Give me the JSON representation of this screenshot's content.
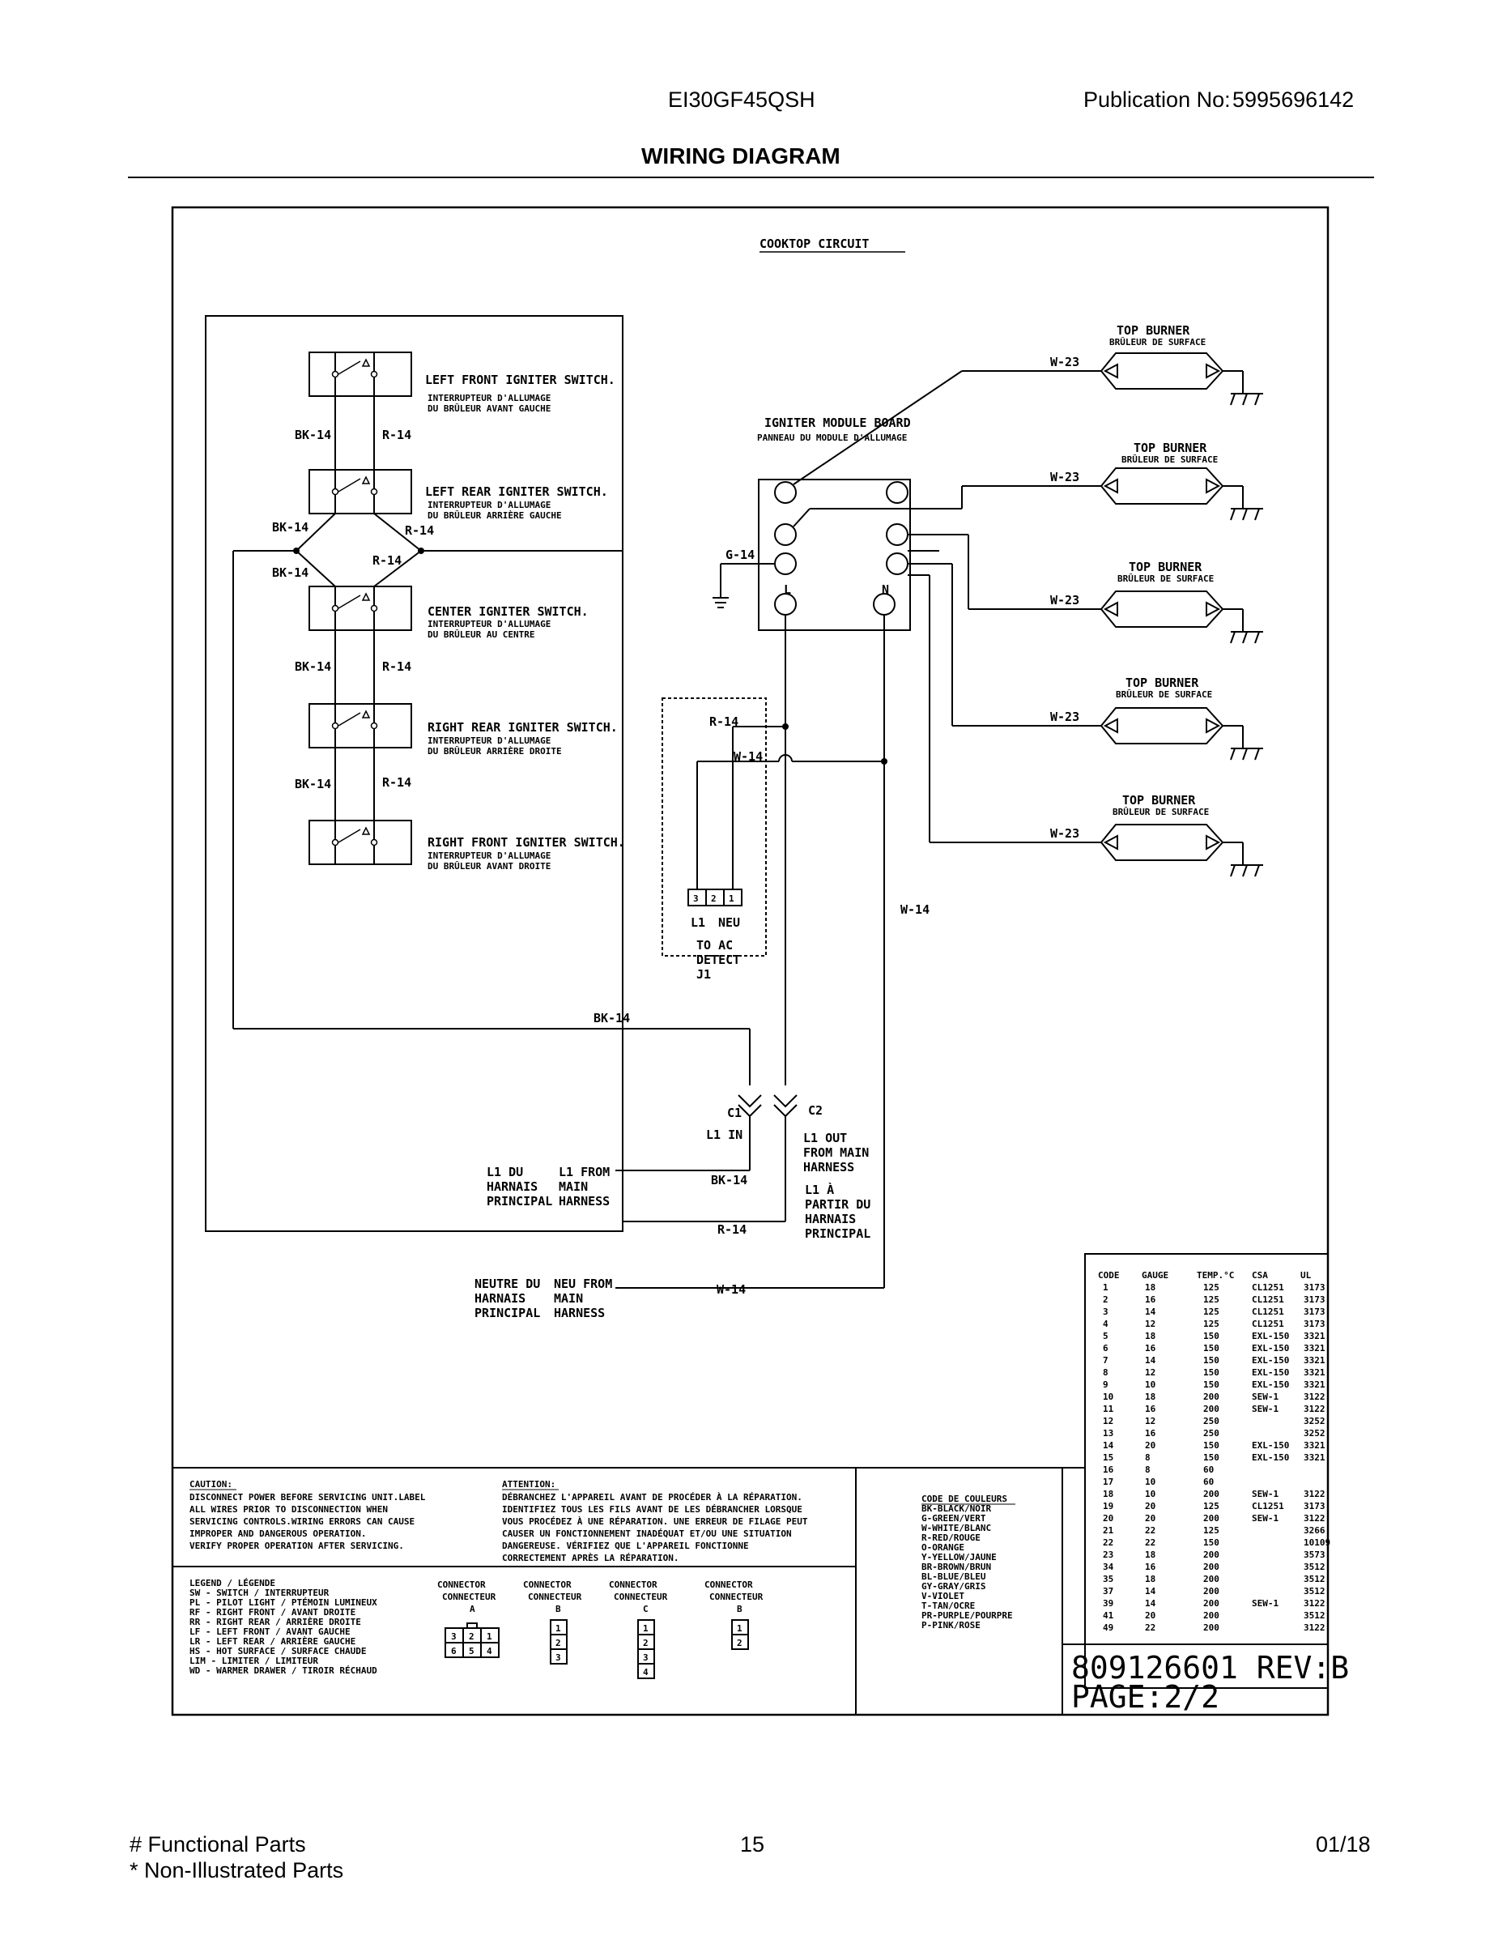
{
  "header": {
    "model": "EI30GF45QSH",
    "publication_label": "Publication No:",
    "publication_number": "5995696142",
    "title": "WIRING DIAGRAM"
  },
  "diagram": {
    "circuit_title": "COOKTOP CIRCUIT",
    "switches": [
      {
        "name": "LEFT FRONT IGNITER SWITCH.",
        "fr1": "INTERRUPTEUR D'ALLUMAGE",
        "fr2": "DU BRÛLEUR AVANT GAUCHE"
      },
      {
        "name": "LEFT REAR IGNITER SWITCH.",
        "fr1": "INTERRUPTEUR D'ALLUMAGE",
        "fr2": "DU BRÛLEUR ARRIÈRE GAUCHE"
      },
      {
        "name": "CENTER IGNITER SWITCH.",
        "fr1": "INTERRUPTEUR D'ALLUMAGE",
        "fr2": "DU BRÛLEUR AU CENTRE"
      },
      {
        "name": "RIGHT REAR IGNITER SWITCH.",
        "fr1": "INTERRUPTEUR D'ALLUMAGE",
        "fr2": "DU BRÛLEUR ARRIÈRE DROITE"
      },
      {
        "name": "RIGHT FRONT IGNITER SWITCH.",
        "fr1": "INTERRUPTEUR D'ALLUMAGE",
        "fr2": "DU BRÛLEUR AVANT DROITE"
      }
    ],
    "wires": {
      "bk14": "BK-14",
      "r14": "R-14",
      "w14": "W-14",
      "w23": "W-23",
      "g14": "G-14"
    },
    "module": {
      "title": "IGNITER MODULE BOARD",
      "title_fr": "PANNEAU DU MODULE D'ALLUMAGE",
      "l": "L",
      "n": "N"
    },
    "burner": {
      "title": "TOP BURNER",
      "title_fr": "BRÛLEUR DE SURFACE"
    },
    "ac_detect": {
      "pins": [
        "3",
        "2",
        "1"
      ],
      "l1": "L1",
      "neu": "NEU",
      "line1": "TO AC",
      "line2": "DETECT",
      "line3": "J1"
    },
    "c1": "C1",
    "c2": "C2",
    "l1_in": "L1 IN",
    "l1_out": [
      "L1 OUT",
      "FROM MAIN",
      "HARNESS"
    ],
    "l1_a": [
      "L1 À",
      "PARTIR DU",
      "HARNAIS",
      "PRINCIPAL"
    ],
    "l1_du": [
      "L1 DU",
      "HARNAIS",
      "PRINCIPAL"
    ],
    "l1_from": [
      "L1 FROM",
      "MAIN",
      "HARNESS"
    ],
    "neutre": [
      "NEUTRE DU",
      "HARNAIS",
      "PRINCIPAL"
    ],
    "neu_from": [
      "NEU FROM",
      "MAIN",
      "HARNESS"
    ]
  },
  "gauge_table": {
    "headers": [
      "CODE",
      "GAUGE",
      "TEMP.°C",
      "CSA",
      "UL"
    ],
    "rows": [
      [
        "1",
        "18",
        "125",
        "CL1251",
        "3173"
      ],
      [
        "2",
        "16",
        "125",
        "CL1251",
        "3173"
      ],
      [
        "3",
        "14",
        "125",
        "CL1251",
        "3173"
      ],
      [
        "4",
        "12",
        "125",
        "CL1251",
        "3173"
      ],
      [
        "5",
        "18",
        "150",
        "EXL-150",
        "3321"
      ],
      [
        "6",
        "16",
        "150",
        "EXL-150",
        "3321"
      ],
      [
        "7",
        "14",
        "150",
        "EXL-150",
        "3321"
      ],
      [
        "8",
        "12",
        "150",
        "EXL-150",
        "3321"
      ],
      [
        "9",
        "10",
        "150",
        "EXL-150",
        "3321"
      ],
      [
        "10",
        "18",
        "200",
        "SEW-1",
        "3122"
      ],
      [
        "11",
        "16",
        "200",
        "SEW-1",
        "3122"
      ],
      [
        "12",
        "12",
        "250",
        "",
        "3252"
      ],
      [
        "13",
        "16",
        "250",
        "",
        "3252"
      ],
      [
        "14",
        "20",
        "150",
        "EXL-150",
        "3321"
      ],
      [
        "15",
        "8",
        "150",
        "EXL-150",
        "3321"
      ],
      [
        "16",
        "8",
        "60",
        "",
        ""
      ],
      [
        "17",
        "10",
        "60",
        "",
        ""
      ],
      [
        "18",
        "10",
        "200",
        "SEW-1",
        "3122"
      ],
      [
        "19",
        "20",
        "125",
        "CL1251",
        "3173"
      ],
      [
        "20",
        "20",
        "200",
        "SEW-1",
        "3122"
      ],
      [
        "21",
        "22",
        "125",
        "",
        "3266"
      ],
      [
        "22",
        "22",
        "150",
        "",
        "10109"
      ],
      [
        "23",
        "18",
        "200",
        "",
        "3573"
      ],
      [
        "34",
        "16",
        "200",
        "",
        "3512"
      ],
      [
        "35",
        "18",
        "200",
        "",
        "3512"
      ],
      [
        "37",
        "14",
        "200",
        "",
        "3512"
      ],
      [
        "39",
        "14",
        "200",
        "SEW-1",
        "3122"
      ],
      [
        "41",
        "20",
        "200",
        "",
        "3512"
      ],
      [
        "49",
        "22",
        "200",
        "",
        "3122"
      ]
    ]
  },
  "caution": {
    "title": "CAUTION:",
    "lines": [
      "DISCONNECT POWER BEFORE SERVICING UNIT.LABEL",
      "ALL WIRES PRIOR TO DISCONNECTION WHEN",
      "SERVICING CONTROLS.WIRING ERRORS CAN CAUSE",
      "IMPROPER AND DANGEROUS OPERATION.",
      "VERIFY PROPER OPERATION AFTER SERVICING."
    ]
  },
  "attention": {
    "title": "ATTENTION:",
    "lines": [
      "DÉBRANCHEZ L'APPAREIL AVANT DE PROCÉDER À LA RÉPARATION.",
      "IDENTIFIEZ TOUS LES FILS AVANT DE LES DÉBRANCHER LORSQUE",
      "VOUS PROCÉDEZ À UNE RÉPARATION. UNE ERREUR DE FILAGE PEUT",
      "CAUSER UN FONCTIONNEMENT INADÉQUAT ET/OU UNE SITUATION",
      "DANGEREUSE. VÉRIFIEZ QUE L'APPAREIL FONCTIONNE",
      "CORRECTEMENT APRÈS LA RÉPARATION."
    ]
  },
  "legend": {
    "title": "LEGEND / LÉGENDE",
    "lines": [
      "SW - SWITCH / INTERRUPTEUR",
      "PL - PILOT LIGHT / PTÉMOIN LUMINEUX",
      "RF - RIGHT FRONT / AVANT DROITE",
      "RR - RIGHT REAR / ARRIÈRE DROITE",
      "LF - LEFT FRONT / AVANT GAUCHE",
      "LR - LEFT REAR / ARRIÈRE GAUCHE",
      "HS - HOT SURFACE / SURFACE CHAUDE",
      "LIM - LIMITER / LIMITEUR",
      "WD - WARMER DRAWER / TIROIR RÉCHAUD"
    ]
  },
  "connectors": [
    {
      "title": "CONNECTOR",
      "fr": "CONNECTEUR",
      "letter": "A",
      "top": [
        "3",
        "2",
        "1"
      ],
      "bottom": [
        "6",
        "5",
        "4"
      ]
    },
    {
      "title": "CONNECTOR",
      "fr": "CONNECTEUR",
      "letter": "B",
      "pins": [
        "1",
        "2",
        "3"
      ]
    },
    {
      "title": "CONNECTOR",
      "fr": "CONNECTEUR",
      "letter": "C",
      "pins": [
        "1",
        "2",
        "3",
        "4"
      ]
    },
    {
      "title": "CONNECTOR",
      "fr": "CONNECTEUR",
      "letter": "B",
      "pins": [
        "1",
        "2"
      ]
    }
  ],
  "colors_code": {
    "title": "CODE DE COULEURS",
    "lines": [
      "BK-BLACK/NOIR",
      "G-GREEN/VERT",
      "W-WHITE/BLANC",
      "R-RED/ROUGE",
      "O-ORANGE",
      "Y-YELLOW/JAUNE",
      "BR-BROWN/BRUN",
      "BL-BLUE/BLEU",
      "GY-GRAY/GRIS",
      "V-VIOLET",
      "T-TAN/OCRE",
      "PR-PURPLE/POURPRE",
      "P-PINK/ROSE"
    ]
  },
  "doc_number": "809126601 REV:B",
  "page_label": "PAGE:2/2",
  "footer": {
    "functional": "# Functional Parts",
    "non_illustrated": "* Non-Illustrated Parts",
    "page": "15",
    "date": "01/18"
  }
}
